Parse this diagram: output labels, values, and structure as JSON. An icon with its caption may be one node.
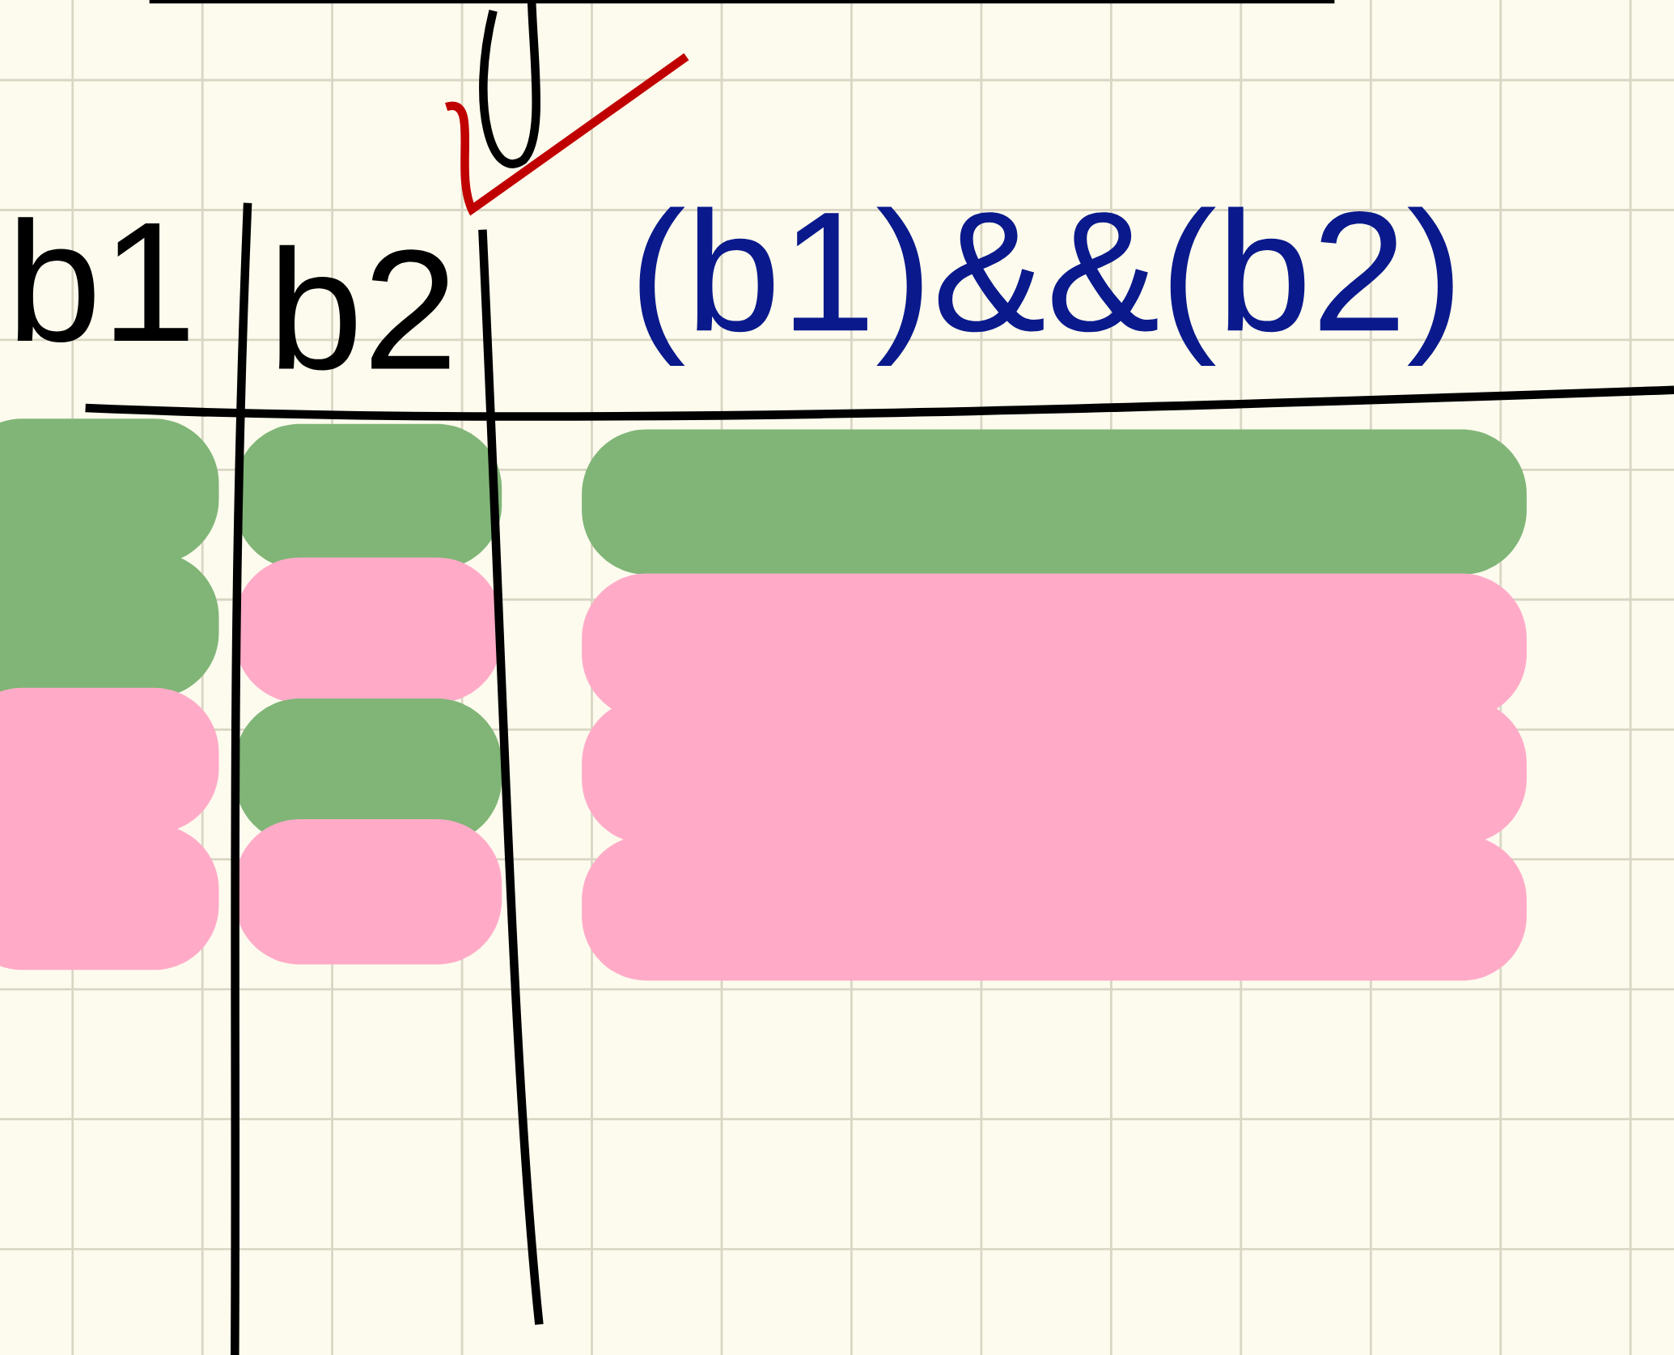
{
  "diagram": {
    "labels": [
      "b1",
      "b2",
      "(b1)&&(b2)"
    ]
  }
}
